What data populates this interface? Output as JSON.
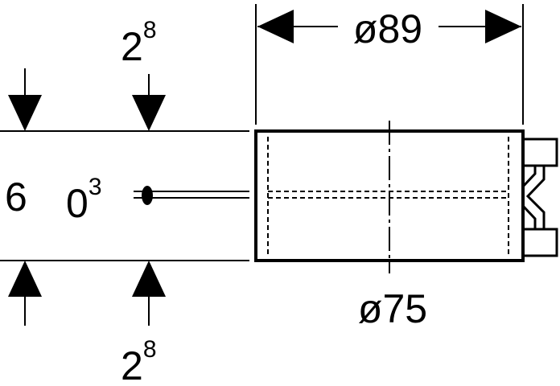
{
  "labels": {
    "diameter_outer": "ø89",
    "diameter_inner": "ø75",
    "dim_top": {
      "base": "2",
      "exp": "8"
    },
    "dim_bottom": {
      "base": "2",
      "exp": "8"
    },
    "dim_left_a": "6",
    "dim_left_b": {
      "base": "0",
      "exp": "3"
    }
  },
  "colors": {
    "stroke": "#000000",
    "background": "#ffffff"
  }
}
